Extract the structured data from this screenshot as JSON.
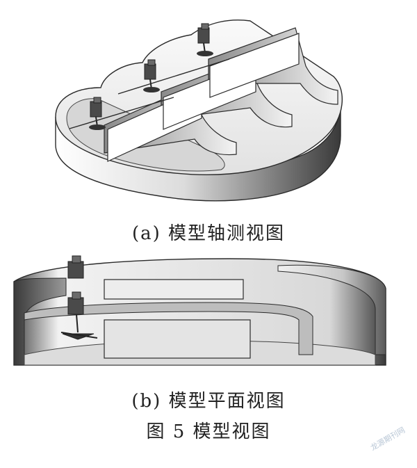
{
  "figure": {
    "subfig_a_caption": "(a) 模型轴测视图",
    "subfig_b_caption": "(b) 模型平面视图",
    "main_caption": "图 5   模型视图"
  },
  "watermark": "龙源期刊网",
  "colors": {
    "wall_light": "#f2f2f2",
    "wall_dark": "#5a5a5a",
    "wall_mid": "#9a9a9a",
    "floor": "#dcdcdc",
    "outline": "#2a2a2a",
    "machine": "#4a4a4a"
  }
}
